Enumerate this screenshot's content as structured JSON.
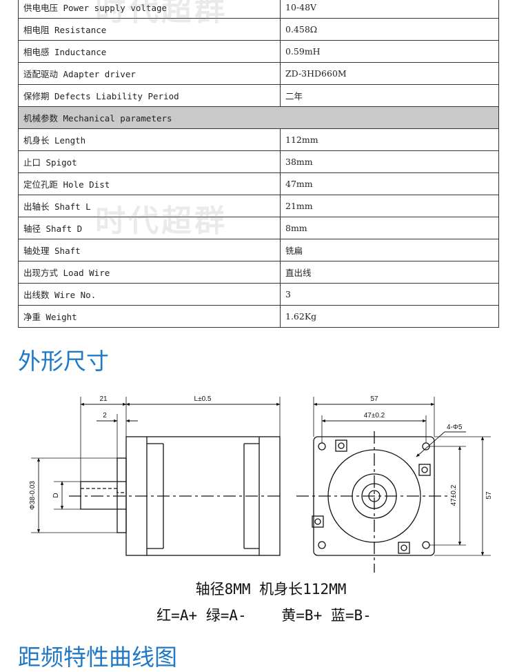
{
  "table": {
    "rows": [
      {
        "label": "供电电压 Power supply voltage",
        "value": "10-48V"
      },
      {
        "label": "相电阻 Resistance",
        "value": "0.458Ω"
      },
      {
        "label": "相电感 Inductance",
        "value": "0.59mH"
      },
      {
        "label": "适配驱动 Adapter driver",
        "value": "ZD-3HD660M"
      },
      {
        "label": "保修期 Defects Liability Period",
        "value": "二年"
      }
    ],
    "section_title": "机械参数 Mechanical parameters",
    "mech_rows": [
      {
        "label": "机身长 Length",
        "value": "112mm"
      },
      {
        "label": "止口 Spigot",
        "value": "38mm"
      },
      {
        "label": "定位孔距 Hole Dist",
        "value": "47mm"
      },
      {
        "label": "出轴长 Shaft L",
        "value": "21mm"
      },
      {
        "label": "轴径 Shaft D",
        "value": "8mm"
      },
      {
        "label": "轴处理 Shaft",
        "value": "铣扁"
      },
      {
        "label": "出现方式 Load Wire",
        "value": "直出线"
      },
      {
        "label": "出线数 Wire No.",
        "value": "3"
      },
      {
        "label": "净重 Weight",
        "value": "1.62Kg"
      }
    ]
  },
  "watermark": "时代超群",
  "section_dimensions": {
    "title": "外形尺寸"
  },
  "drawing": {
    "dim_21": "21",
    "dim_2": "2",
    "dim_L": "L±0.5",
    "dim_57_top": "57",
    "dim_47_top": "47±0.2",
    "dim_holes": "4-Φ5",
    "dim_spigot": "Φ38-0.03",
    "dim_D": "D",
    "dim_47_side": "47±0.2",
    "dim_57_side": "57"
  },
  "caption": {
    "line1": "轴径8MM  机身长112MM",
    "wire_red": "红=A+",
    "wire_green": "绿=A-",
    "wire_yellow": "黄=B+",
    "wire_blue": "蓝=B-"
  },
  "section_curve": {
    "title": "距频特性曲线图"
  }
}
